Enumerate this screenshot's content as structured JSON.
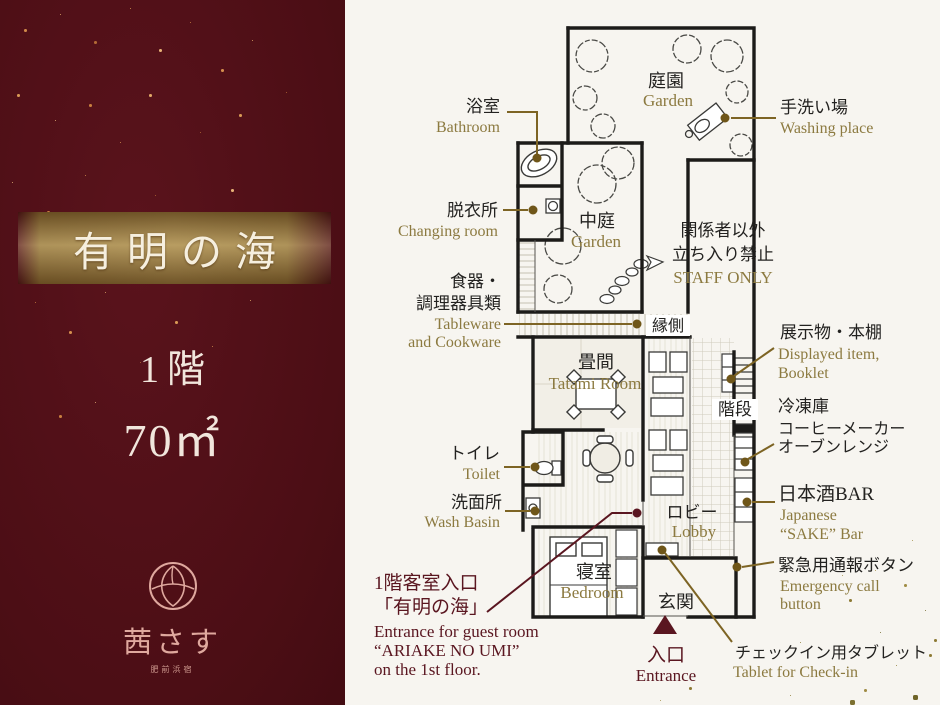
{
  "panel": {
    "room_name": "有明の海",
    "floor": "1階",
    "area": "70㎡",
    "brand": "茜さす",
    "brand_sub": "肥前浜宿"
  },
  "rooms": {
    "garden": {
      "ja": "庭園",
      "en": "Garden"
    },
    "courtyard": {
      "ja": "中庭",
      "en": "Garden"
    },
    "engawa": {
      "ja": "縁側"
    },
    "tatami": {
      "ja": "畳間",
      "en": "Tatami Room"
    },
    "stairs": {
      "ja": "階段"
    },
    "lobby": {
      "ja": "ロビー",
      "en": "Lobby"
    },
    "bedroom": {
      "ja": "寝室",
      "en": "Bedroom"
    },
    "genkan": {
      "ja": "玄関"
    },
    "staff": {
      "ja1": "関係者以外",
      "ja2": "立ち入り禁止",
      "en": "STAFF ONLY"
    }
  },
  "callouts": {
    "bathroom": {
      "ja": "浴室",
      "en": "Bathroom"
    },
    "changing": {
      "ja": "脱衣所",
      "en": "Changing room"
    },
    "tableware": {
      "ja1": "食器・",
      "ja2": "調理器具類",
      "en1": "Tableware",
      "en2": "and Cookware"
    },
    "toilet": {
      "ja": "トイレ",
      "en": "Toilet"
    },
    "washbasin": {
      "ja": "洗面所",
      "en": "Wash Basin"
    },
    "washingplace": {
      "ja": "手洗い場",
      "en": "Washing place"
    },
    "displayed": {
      "ja": "展示物・本棚",
      "en1": "Displayed item,",
      "en2": "Booklet"
    },
    "appliances": {
      "ja1": "冷凍庫",
      "ja2": "コーヒーメーカー",
      "ja3": "オーブンレンジ"
    },
    "sakebar": {
      "ja": "日本酒BAR",
      "en1": "Japanese",
      "en2": "“SAKE” Bar"
    },
    "emergency": {
      "ja": "緊急用通報ボタン",
      "en1": "Emergency call",
      "en2": "button"
    },
    "tablet": {
      "ja": "チェックイン用タブレット",
      "en": "Tablet for Check-in"
    },
    "guest_entry": {
      "ja1": "1階客室入口",
      "ja2": "「有明の海」",
      "en1": "Entrance for guest room",
      "en2": "“ARIAKE NO UMI”",
      "en3": "on the 1st floor."
    },
    "entrance": {
      "ja": "入口",
      "en": "Entrance"
    }
  },
  "colors": {
    "maroon_panel": "#4c0e15",
    "banner_gold": "#9d7d3e",
    "cream_text": "#f6efdf",
    "olive_text": "#8c7a40",
    "ink_text": "#232220",
    "leader_brown": "#7d6424",
    "dark_red": "#5a1620",
    "plan_bg": "#f7f5f0",
    "logo_pink": "#dfa89e"
  }
}
